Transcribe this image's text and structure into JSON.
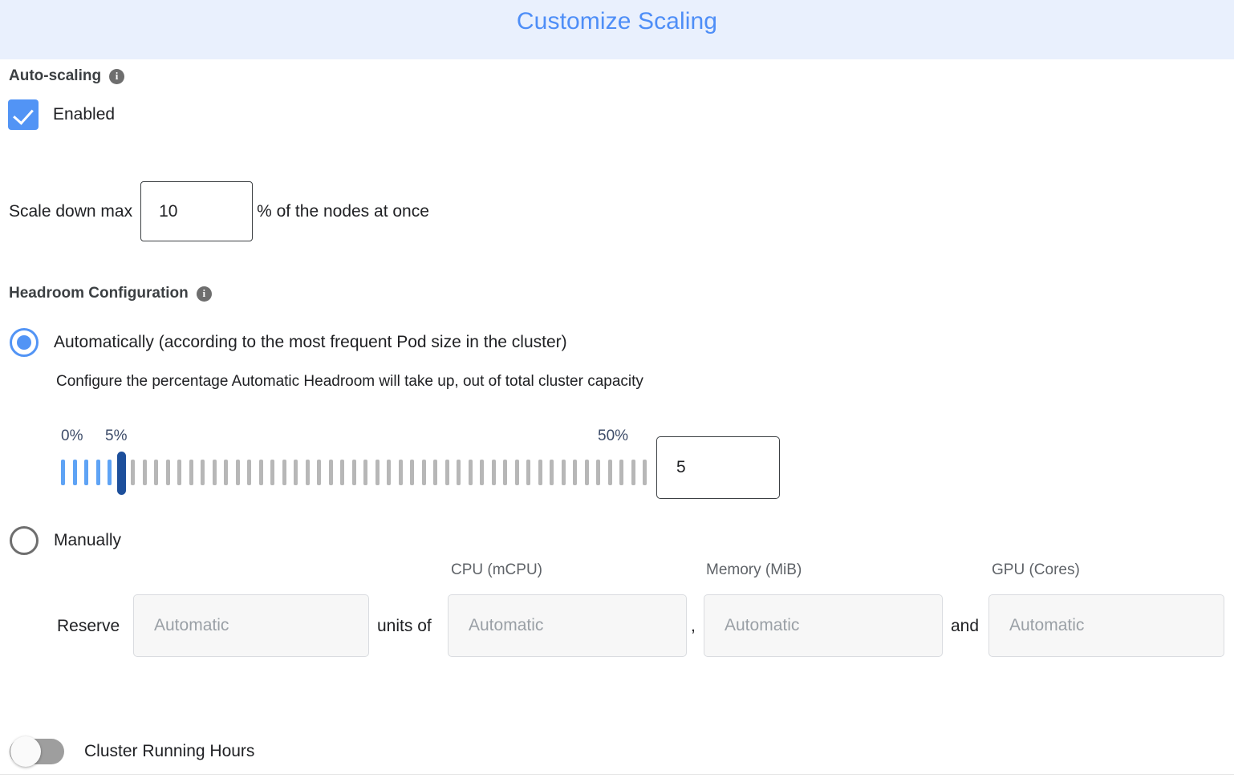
{
  "header": {
    "title": "Customize Scaling",
    "background": "#e9f0fd",
    "title_color": "#4e8ef7"
  },
  "autoscaling": {
    "section_label": "Auto-scaling",
    "info_icon": "info-icon",
    "info_glyph": "i",
    "enabled_label": "Enabled",
    "enabled_checked": true,
    "checkbox_color": "#5294f5"
  },
  "scale_down": {
    "prefix_label": "Scale down max",
    "value": "10",
    "suffix_label": "% of the nodes at once"
  },
  "headroom": {
    "section_label": "Headroom Configuration",
    "info_icon": "info-icon",
    "info_glyph": "i",
    "option_auto": {
      "label": "Automatically (according to the most frequent Pod size in the cluster)",
      "selected": true,
      "description": "Configure the percentage Automatic Headroom will take up, out of total cluster capacity"
    },
    "option_manual": {
      "label": "Manually",
      "selected": false
    }
  },
  "slider": {
    "min_label": "0%",
    "max_label": "50%",
    "current_label": "5%",
    "min": 0,
    "max": 50,
    "value": 5,
    "tick_count": 51,
    "value_box": "5",
    "filled_color": "#5ea3f5",
    "empty_color": "#b7b7b7",
    "thumb_color": "#1d4f9b",
    "label_color": "#3d4c69"
  },
  "reserve": {
    "prefix_label": "Reserve",
    "units_of_label": "units of",
    "comma_label": ",",
    "and_label": "and",
    "fields": [
      {
        "name": "units",
        "column_label": "",
        "placeholder": "Automatic",
        "value": "",
        "disabled": true
      },
      {
        "name": "cpu",
        "column_label": "CPU (mCPU)",
        "placeholder": "Automatic",
        "value": "",
        "disabled": true
      },
      {
        "name": "memory",
        "column_label": "Memory (MiB)",
        "placeholder": "Automatic",
        "value": "",
        "disabled": true
      },
      {
        "name": "gpu",
        "column_label": "GPU (Cores)",
        "placeholder": "Automatic",
        "value": "",
        "disabled": true
      }
    ]
  },
  "cluster_running_hours": {
    "label": "Cluster Running Hours",
    "enabled": false
  }
}
